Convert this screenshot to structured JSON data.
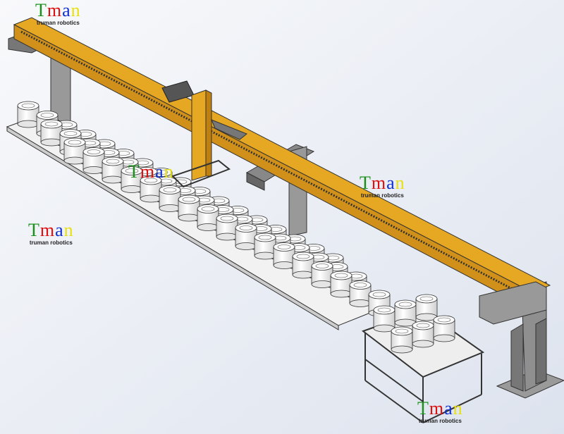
{
  "watermark": {
    "letters": [
      "T",
      "m",
      "a",
      "n"
    ],
    "tagline": "truman robotics",
    "colors": {
      "T": "#1a8f1a",
      "m": "#e01010",
      "a": "#1030d0",
      "n": "#e8e010"
    }
  },
  "colors": {
    "beam": "#e0a020",
    "steel": "#8a8a8a",
    "bucket": "#f4f4f4",
    "background": "#e8edf5"
  }
}
